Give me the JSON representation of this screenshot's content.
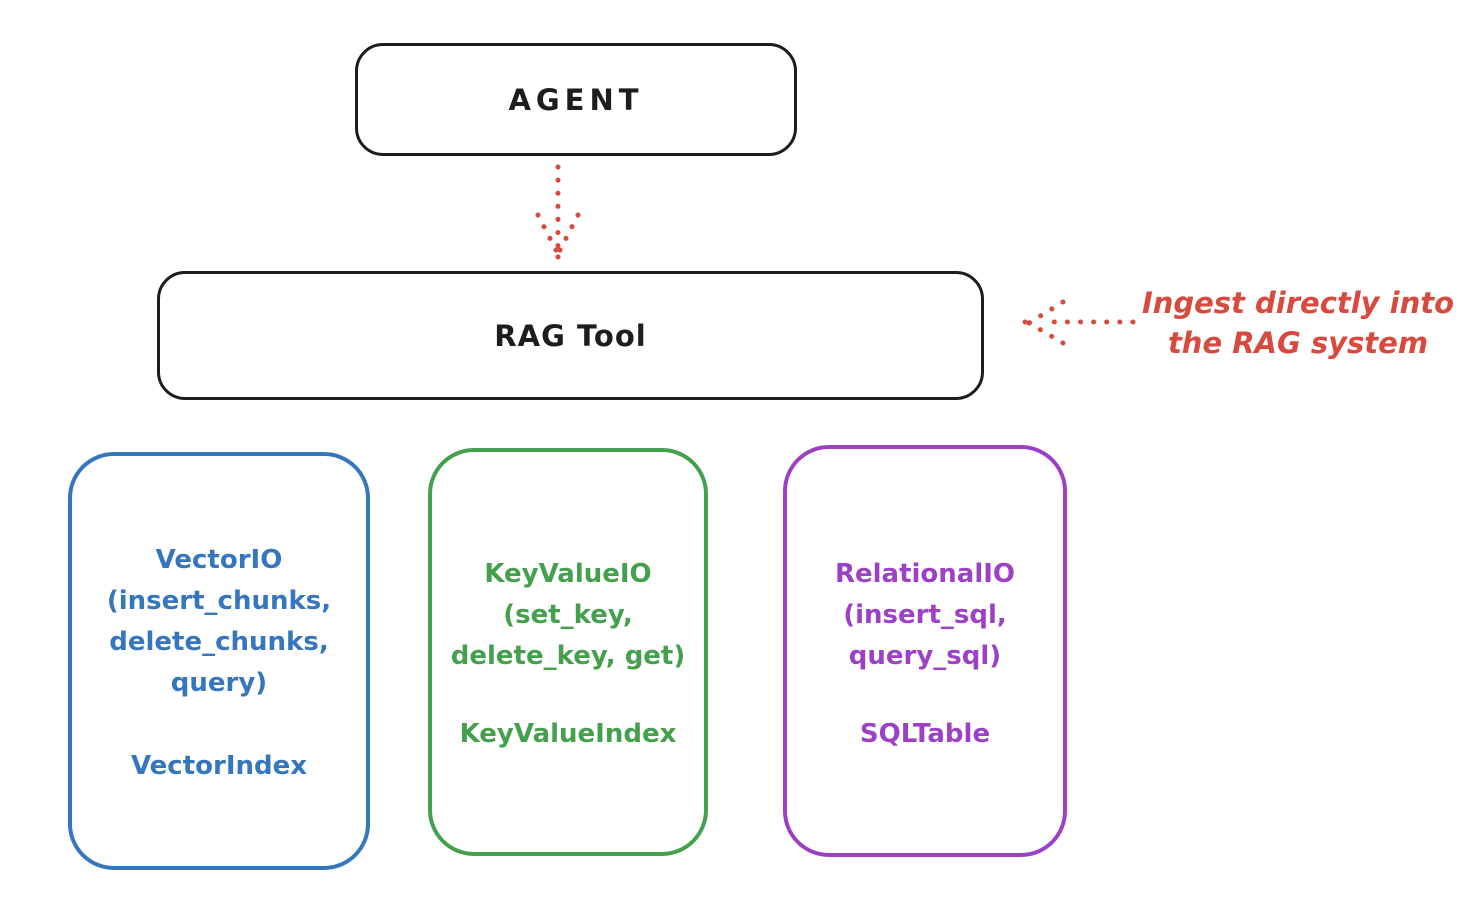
{
  "nodes": {
    "agent": {
      "label": "AGENT"
    },
    "rag_tool": {
      "label": "RAG Tool"
    }
  },
  "annotation": {
    "line1": "Ingest directly into",
    "line2": "the RAG system"
  },
  "arrows": [
    {
      "name": "agent-to-rag-tool",
      "style": "dotted",
      "direction": "down",
      "color": "#d8493e"
    },
    {
      "name": "ingest-into-rag",
      "style": "dotted",
      "direction": "left",
      "color": "#d8493e"
    }
  ],
  "cards": [
    {
      "id": "vector-io",
      "color": "#3576bd",
      "lines": [
        "VectorIO",
        "(insert_chunks,",
        "delete_chunks,",
        "query)"
      ],
      "index_label": "VectorIndex"
    },
    {
      "id": "keyvalue-io",
      "color": "#44a04c",
      "lines": [
        "KeyValueIO",
        "(set_key,",
        "delete_key, get)"
      ],
      "index_label": "KeyValueIndex"
    },
    {
      "id": "relational-io",
      "color": "#9c41c5",
      "lines": [
        "RelationalIO",
        "(insert_sql,",
        "query_sql)"
      ],
      "index_label": "SQLTable"
    }
  ],
  "colors": {
    "outline_black": "#1d1d1d",
    "accent_red": "#d8493e",
    "vector_blue": "#3576bd",
    "keyvalue_green": "#44a04c",
    "relational_purple": "#9c41c5",
    "background": "#ffffff"
  }
}
